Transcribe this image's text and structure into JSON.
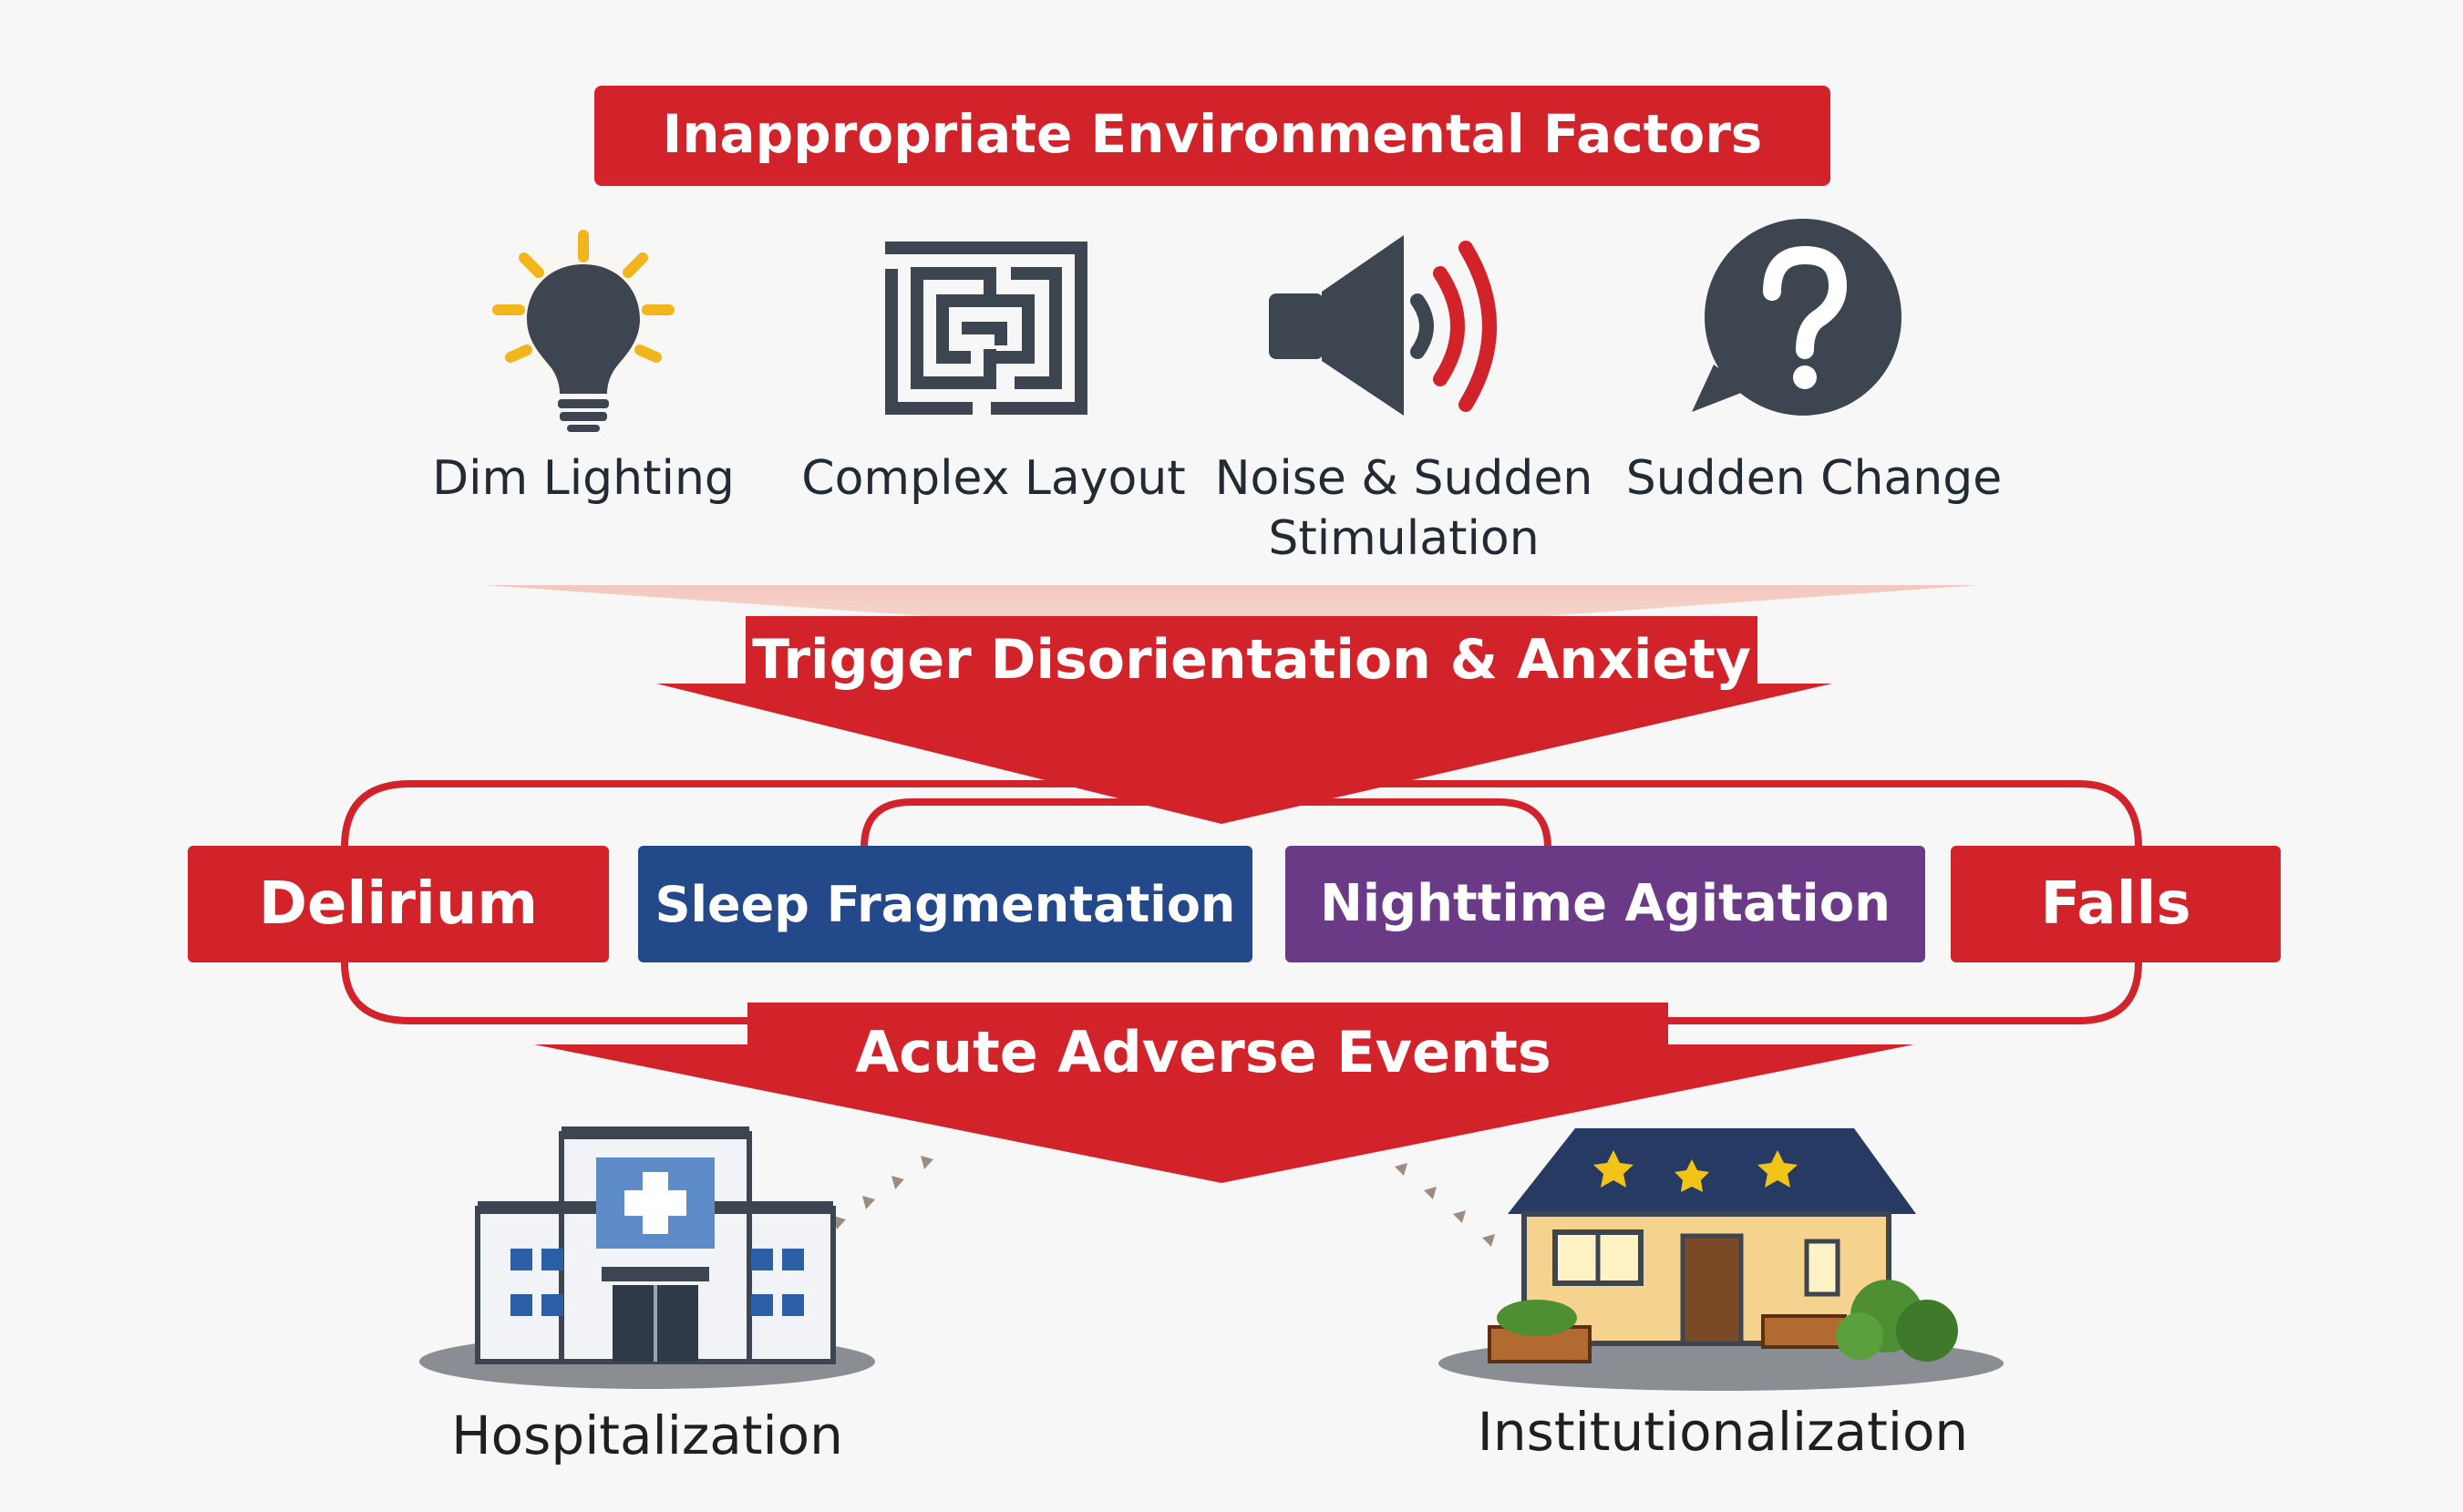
{
  "header": {
    "title": "Inappropriate Environmental Factors"
  },
  "factors": [
    {
      "label": "Dim Lighting",
      "icon": "lightbulb-icon"
    },
    {
      "label": "Complex Layout",
      "icon": "maze-icon"
    },
    {
      "label": "Noise & Sudden Stimulation",
      "icon": "speaker-icon"
    },
    {
      "label": "Sudden Change",
      "icon": "question-bubble-icon"
    }
  ],
  "trigger": {
    "label": "Trigger Disorientation & Anxiety"
  },
  "outcomes": [
    {
      "label": "Delirium",
      "color": "#d2232a"
    },
    {
      "label": "Sleep Fragmentation",
      "color": "#23498a"
    },
    {
      "label": "Nighttime Agitation",
      "color": "#6b3a86"
    },
    {
      "label": "Falls",
      "color": "#d2232a"
    }
  ],
  "events": {
    "label": "Acute Adverse Events"
  },
  "consequences": [
    {
      "label": "Hospitalization",
      "icon": "hospital-icon"
    },
    {
      "label": "Institutionalization",
      "icon": "house-icon"
    }
  ],
  "colors": {
    "accent_red": "#d2232a",
    "icon_gray": "#3c4550",
    "background": "#f7f7f8"
  }
}
